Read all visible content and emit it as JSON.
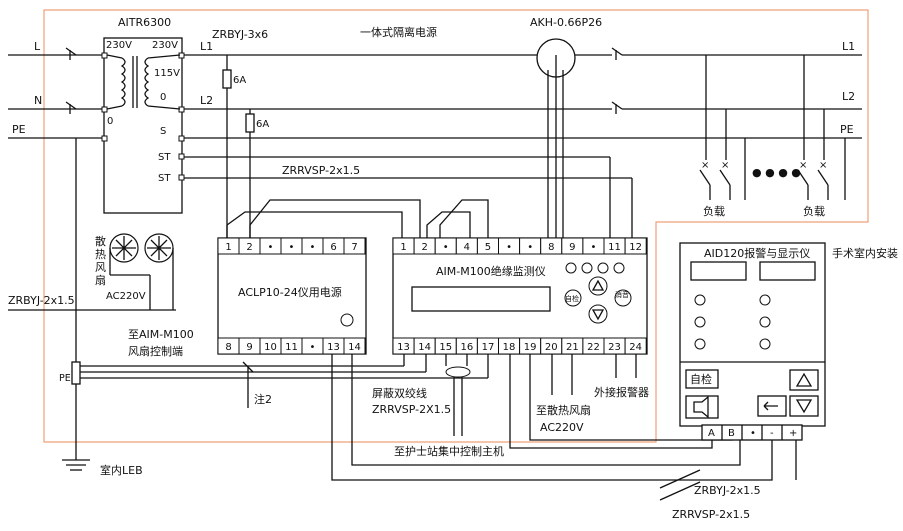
{
  "labels": {
    "line_l": "L",
    "line_n": "N",
    "line_pe": "PE",
    "transformer_model": "AITR6300",
    "tx_230v_left": "230V",
    "tx_230v_right": "230V",
    "tx_115v": "115V",
    "tx_0_mid": "0",
    "tx_0_left": "0",
    "tx_s": "S",
    "tx_st1": "ST",
    "tx_st2": "ST",
    "out_l1": "L1",
    "out_l2": "L2",
    "cable_power": "ZRBYJ-3x6",
    "fuse1": "6A",
    "fuse2": "6A",
    "panel_title": "一体式隔离电源",
    "ct_model": "AKH-0.66P26",
    "bus_l1": "L1",
    "bus_l2": "L2",
    "bus_pe": "PE",
    "load1": "负载",
    "load2": "负载",
    "dots": "● ● ● ●",
    "cable_st": "ZRRVSP-2x1.5",
    "fan_label": [
      "散",
      "热",
      "风",
      "扇"
    ],
    "fan_ac": "AC220V",
    "cable_fan": "ZRBYJ-2x1.5",
    "fan_ctrl": "至AIM-M100",
    "fan_ctrl2": "风扇控制端",
    "psu_name": "ACLP10-24仪用电源",
    "monitor_name": "AIM-M100绝缘监测仪",
    "self_test_btn": "自检",
    "mute_btn": "消音",
    "display_title": "AID120报警与显示仪",
    "op_room": "手术室内安装",
    "disp_self_test": "自检",
    "disp_a": "A",
    "disp_b": "B",
    "disp_dot": "•",
    "disp_minus": "-",
    "disp_plus": "+",
    "pe_small": "PE",
    "note2": "注2",
    "shield_cable": "屏蔽双绞线",
    "shield_model": "ZRRVSP-2X1.5",
    "to_nurse": "至护士站集中控制主机",
    "to_fan": "至散热风扇",
    "to_fan_ac": "AC220V",
    "ext_alarm": "外接报警器",
    "indoor_leb": "室内LEB",
    "cable_bottom1": "ZRBYJ-2x1.5",
    "cable_bottom2": "ZRRVSP-2x1.5"
  },
  "psu_terminals_top": [
    "1",
    "2",
    "•",
    "•",
    "•",
    "6",
    "7"
  ],
  "psu_terminals_bottom": [
    "8",
    "9",
    "10",
    "11",
    "•",
    "13",
    "14"
  ],
  "monitor_terminals_top": [
    "1",
    "2",
    "•",
    "4",
    "5",
    "•",
    "•",
    "8",
    "9",
    "•",
    "11",
    "12"
  ],
  "monitor_terminals_bottom": [
    "13",
    "14",
    "15",
    "16",
    "17",
    "18",
    "19",
    "20",
    "21",
    "22",
    "23",
    "24"
  ],
  "colors": {
    "line": "#111111",
    "panel_border": "#f0a078",
    "background": "#ffffff"
  }
}
